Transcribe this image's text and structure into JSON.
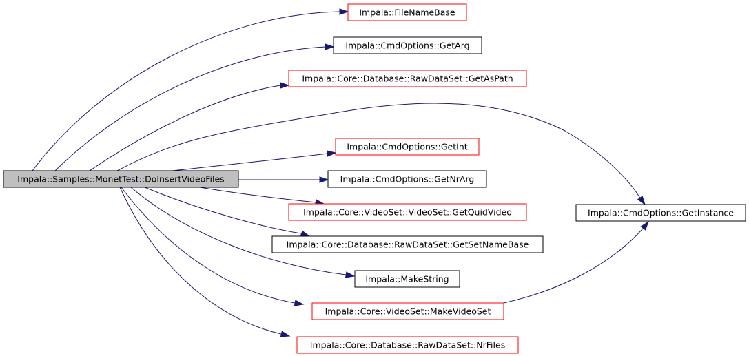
{
  "colors": {
    "edge": "#191970",
    "border_documented": "#000000",
    "border_undocumented": "#ff0000",
    "root_fill": "#bfbfbf",
    "node_fill": "#ffffff"
  },
  "root": {
    "id": "root",
    "label": "Impala::Samples::MonetTest::DoInsertVideoFiles"
  },
  "nodes": [
    {
      "id": "filenamebase",
      "label": "Impala::FileNameBase",
      "border": "red"
    },
    {
      "id": "getarg",
      "label": "Impala::CmdOptions::GetArg",
      "border": "black"
    },
    {
      "id": "getaspath",
      "label": "Impala::Core::Database::RawDataSet::GetAsPath",
      "border": "red"
    },
    {
      "id": "getint",
      "label": "Impala::CmdOptions::GetInt",
      "border": "red"
    },
    {
      "id": "getnrarg",
      "label": "Impala::CmdOptions::GetNrArg",
      "border": "black"
    },
    {
      "id": "getquidvideo",
      "label": "Impala::Core::VideoSet::VideoSet::GetQuidVideo",
      "border": "red"
    },
    {
      "id": "getsetnamebase",
      "label": "Impala::Core::Database::RawDataSet::GetSetNameBase",
      "border": "black"
    },
    {
      "id": "makestring",
      "label": "Impala::MakeString",
      "border": "black"
    },
    {
      "id": "makevideoset",
      "label": "Impala::Core::VideoSet::MakeVideoSet",
      "border": "red"
    },
    {
      "id": "nrfiles",
      "label": "Impala::Core::Database::RawDataSet::NrFiles",
      "border": "red"
    },
    {
      "id": "getinstance",
      "label": "Impala::CmdOptions::GetInstance",
      "border": "black"
    }
  ],
  "edges": [
    {
      "from": "root",
      "to": "filenamebase"
    },
    {
      "from": "root",
      "to": "getarg"
    },
    {
      "from": "root",
      "to": "getaspath"
    },
    {
      "from": "root",
      "to": "getinstance"
    },
    {
      "from": "root",
      "to": "getint"
    },
    {
      "from": "root",
      "to": "getnrarg"
    },
    {
      "from": "root",
      "to": "getquidvideo"
    },
    {
      "from": "root",
      "to": "getsetnamebase"
    },
    {
      "from": "root",
      "to": "makestring"
    },
    {
      "from": "root",
      "to": "makevideoset"
    },
    {
      "from": "root",
      "to": "nrfiles"
    },
    {
      "from": "makevideoset",
      "to": "getinstance"
    }
  ]
}
